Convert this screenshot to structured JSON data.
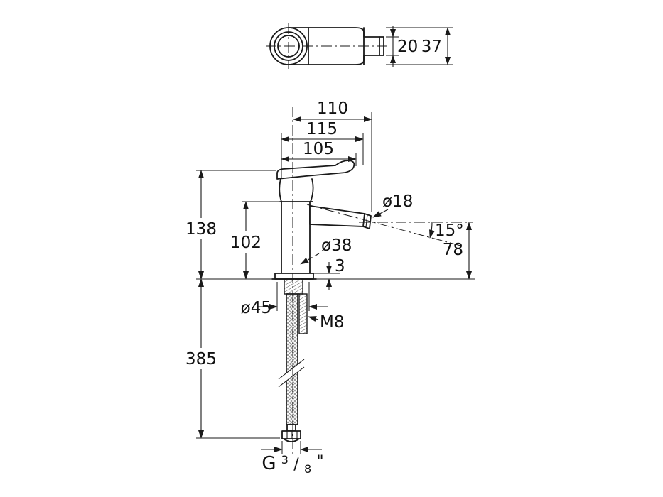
{
  "drawing": {
    "line_color": "#1a1a1a",
    "dims": {
      "top_tip_width": "20",
      "top_body_width": "37",
      "spout_reach": "110",
      "lever_reach": "115",
      "lever_length": "105",
      "total_height": "138",
      "body_height": "102",
      "outlet_diameter": "ø18",
      "spout_angle": "15°",
      "outlet_height": "78",
      "body_diameter": "ø38",
      "base_plate_thickness": "3",
      "base_diameter": "ø45",
      "stud_thread": "M8",
      "hose_length": "385",
      "conn_prefix": "G",
      "conn_numerator": "3",
      "conn_slash": "/",
      "conn_denominator": "8",
      "conn_suffix": "\""
    }
  }
}
